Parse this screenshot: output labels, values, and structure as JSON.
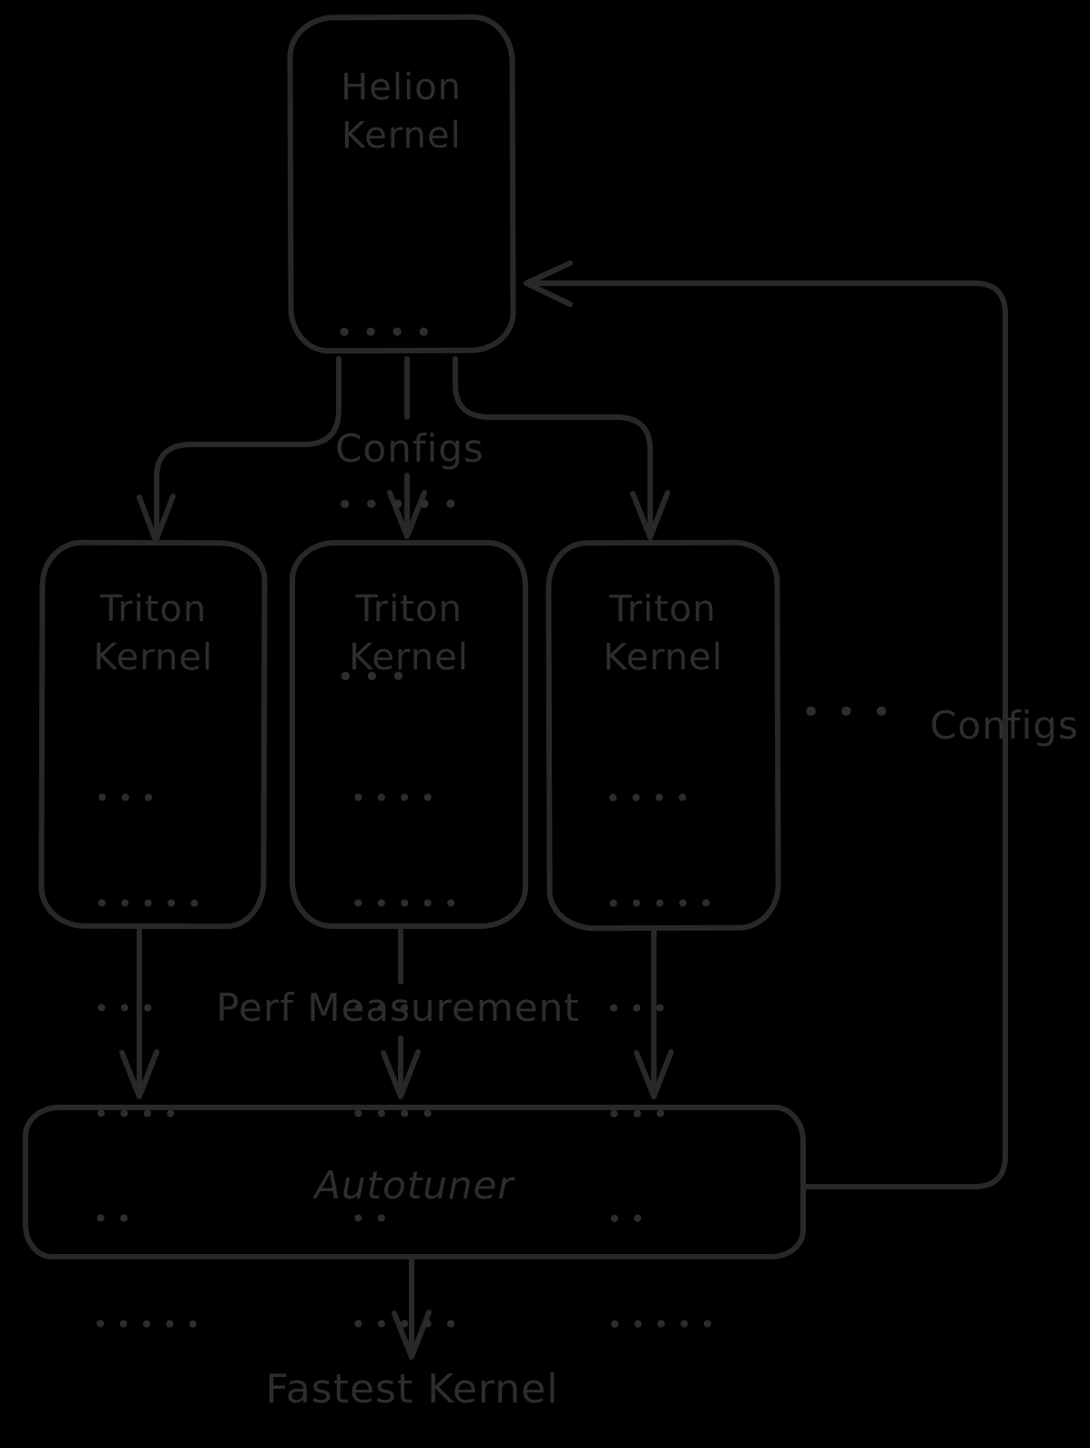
{
  "canvas": {
    "background_color": "#000000",
    "stroke_color": "#282828",
    "text_color": "#2d2d2d"
  },
  "nodes": {
    "helion_kernel": {
      "title_line1": "Helion",
      "title_line2": "Kernel",
      "code_dots": [
        "• • • •",
        "• • • • •",
        "• • •"
      ]
    },
    "triton_kernel_1": {
      "title_line1": "Triton",
      "title_line2": "Kernel",
      "code_dots": [
        "• • •",
        "• • • • •",
        "• • •",
        "• • • •",
        "• •",
        "• • • • •"
      ]
    },
    "triton_kernel_2": {
      "title_line1": "Triton",
      "title_line2": "Kernel",
      "code_dots": [
        "• • • •",
        "• • • • •",
        "• • •",
        "• • • •",
        "• •",
        "• • • • •"
      ]
    },
    "triton_kernel_3": {
      "title_line1": "Triton",
      "title_line2": "Kernel",
      "code_dots": [
        "• • • •",
        "• • • • •",
        "• • •",
        "• • •",
        "• •",
        "• • • • •"
      ]
    },
    "autotuner": {
      "title": "Autotuner"
    }
  },
  "labels": {
    "configs_center": "Configs",
    "configs_feedback": "Configs",
    "more_kernels_ellipsis": "• • •",
    "perf_measurement": "Perf Measurement",
    "fastest_kernel": "Fastest Kernel"
  }
}
